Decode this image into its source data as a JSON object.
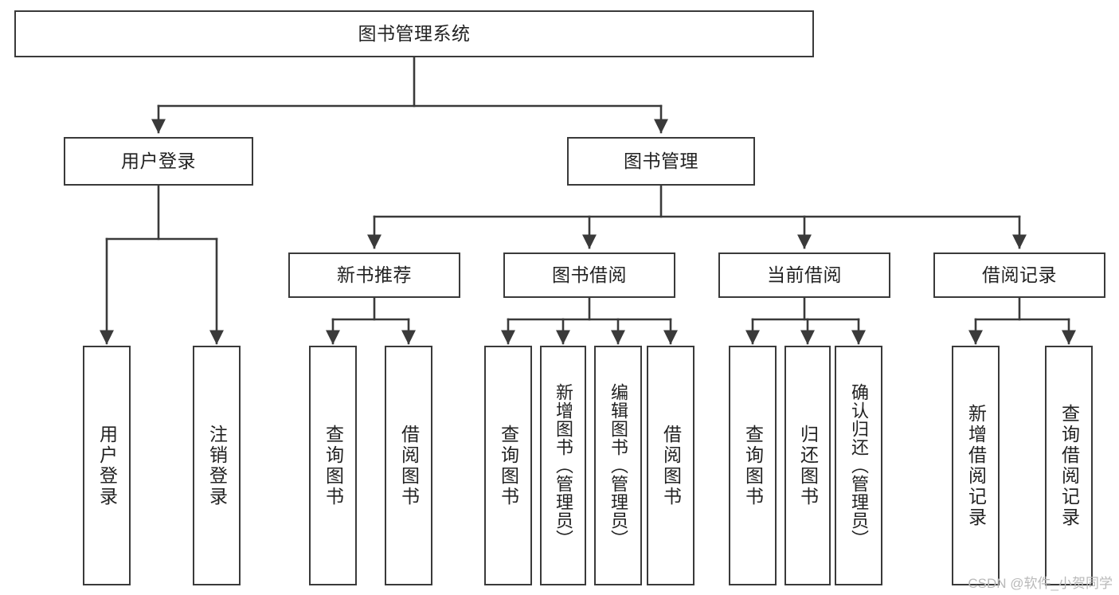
{
  "diagram": {
    "type": "tree",
    "title": "图书管理系统",
    "orientation": "top-down",
    "edge_color": "#3a3a3a",
    "node_border_color": "#3a3a3a",
    "node_fill_color": "#ffffff",
    "text_color": "#222222"
  },
  "nodes": {
    "root": {
      "label": "图书管理系统"
    },
    "level2": [
      {
        "label": "用户登录"
      },
      {
        "label": "图书管理"
      }
    ],
    "level3": [
      {
        "label": "新书推荐"
      },
      {
        "label": "图书借阅"
      },
      {
        "label": "当前借阅"
      },
      {
        "label": "借阅记录"
      }
    ],
    "leaves": {
      "user_login": [
        {
          "label": "用户登录"
        },
        {
          "label": "注销登录"
        }
      ],
      "new_book_recommend": [
        {
          "label": "查询图书"
        },
        {
          "label": "借阅图书"
        }
      ],
      "book_borrow": [
        {
          "label": "查询图书"
        },
        {
          "label": "新增图书（管理员）"
        },
        {
          "label": "编辑图书（管理员）"
        },
        {
          "label": "借阅图书"
        }
      ],
      "current_borrow": [
        {
          "label": "查询图书"
        },
        {
          "label": "归还图书"
        },
        {
          "label": "确认归还（管理员）"
        }
      ],
      "borrow_record": [
        {
          "label": "新增借阅记录"
        },
        {
          "label": "查询借阅记录"
        }
      ]
    }
  },
  "watermark": {
    "text": "CSDN @软件_小贺同学"
  }
}
